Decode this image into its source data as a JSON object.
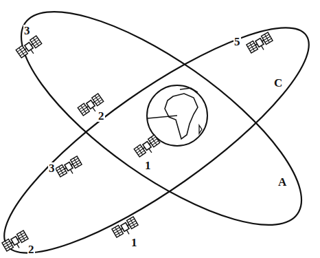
{
  "diagram": {
    "labels": [
      "3",
      "2",
      "1",
      "5",
      "C",
      "A",
      "3",
      "1",
      "2"
    ]
  }
}
